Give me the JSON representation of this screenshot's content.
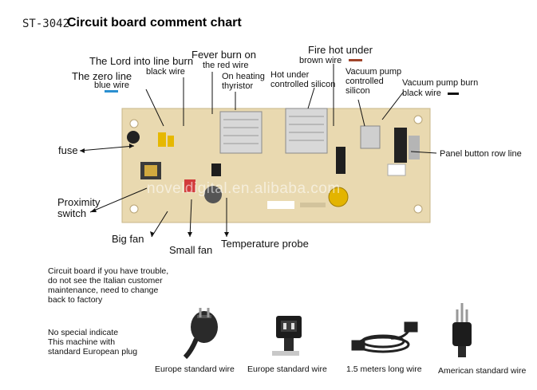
{
  "header": {
    "code": "ST-3042",
    "title": "Circuit board comment chart"
  },
  "labels": {
    "lord_line_1": "The Lord into line burn",
    "lord_line_2": "black wire",
    "zero_line_1": "The zero line",
    "zero_line_2": "blue wire",
    "fever_1": "Fever burn on",
    "fever_2": "the red wire",
    "thyristor_1": "On heating",
    "thyristor_2": "thyristor",
    "hot_under_1": "Hot under",
    "hot_under_2": "controlled silicon",
    "fire_hot_1": "Fire hot under",
    "fire_hot_2": "brown wire",
    "vac_ctrl_1": "Vacuum pump",
    "vac_ctrl_2": "controlled",
    "vac_ctrl_3": "silicon",
    "vac_burn_1": "Vacuum pump burn",
    "vac_burn_2": "black wire",
    "fuse": "fuse",
    "panel": "Panel button row line",
    "proximity_1": "Proximity",
    "proximity_2": "switch",
    "big_fan": "Big fan",
    "small_fan": "Small fan",
    "temp_probe": "Temperature probe"
  },
  "watermark": "noveldigital.en.alibaba.com",
  "notes": {
    "trouble": [
      "Circuit board if you have trouble,",
      "do not see the Italian customer",
      "maintenance, need to change",
      "back to factory"
    ],
    "plug": [
      "No special indicate",
      "This machine with",
      "standard European plug"
    ]
  },
  "wires": [
    {
      "caption": "Europe standard wire",
      "icon": "euro-plug-icon"
    },
    {
      "caption": "Europe standard wire",
      "icon": "iec-connector-icon"
    },
    {
      "caption": "1.5 meters long wire",
      "icon": "coiled-cable-icon"
    },
    {
      "caption": "American standard wire",
      "icon": "us-plug-icon"
    }
  ],
  "colors": {
    "blue_wire": "#2a8fd0",
    "brown_wire": "#a0442a",
    "black_wire": "#111111",
    "board": "#e9d9b0"
  }
}
